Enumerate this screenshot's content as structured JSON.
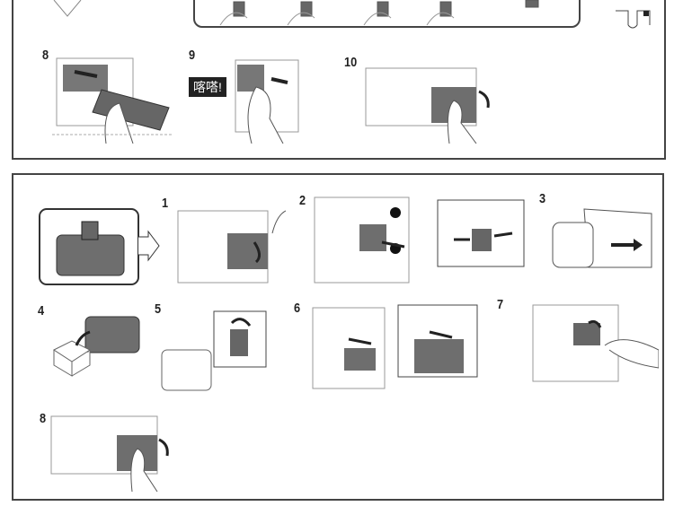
{
  "top_section": {
    "steps": [
      {
        "number": "8"
      },
      {
        "number": "9"
      },
      {
        "number": "10"
      }
    ],
    "click_label": "喀嗒!"
  },
  "bottom_section": {
    "steps": [
      {
        "number": "1"
      },
      {
        "number": "2"
      },
      {
        "number": "3"
      },
      {
        "number": "4"
      },
      {
        "number": "5"
      },
      {
        "number": "6"
      },
      {
        "number": "7"
      },
      {
        "number": "8"
      }
    ]
  },
  "colors": {
    "border": "#444444",
    "shade": "#6e6e6e",
    "line": "#999999"
  }
}
